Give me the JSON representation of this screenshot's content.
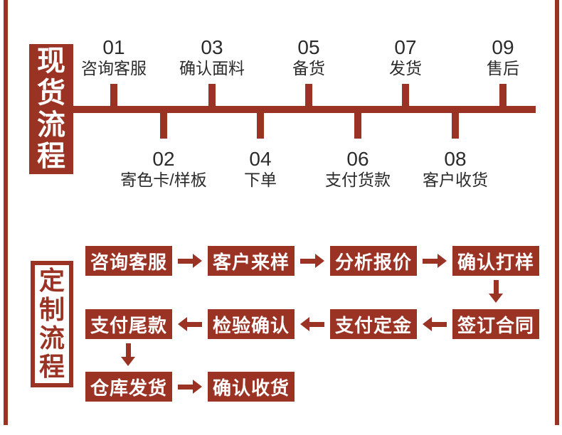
{
  "colors": {
    "accent_red": "#9b3325",
    "text_dark": "#2b2b2b",
    "box_text": "#ffffff"
  },
  "spot_flow": {
    "banner_label": "现货流程",
    "top_steps": [
      {
        "num": "01",
        "label": "咨询客服"
      },
      {
        "num": "03",
        "label": "确认面料"
      },
      {
        "num": "05",
        "label": "备货"
      },
      {
        "num": "07",
        "label": "发货"
      },
      {
        "num": "09",
        "label": "售后"
      }
    ],
    "bottom_steps": [
      {
        "num": "02",
        "label": "寄色卡/样板"
      },
      {
        "num": "04",
        "label": "下单"
      },
      {
        "num": "06",
        "label": "支付货款"
      },
      {
        "num": "08",
        "label": "客户收货"
      }
    ]
  },
  "custom_flow": {
    "banner_label": "定制流程",
    "rows": [
      {
        "boxes": [
          "咨询客服",
          "客户来样",
          "分析报价",
          "确认打样"
        ],
        "arrow_direction": "right"
      },
      {
        "boxes": [
          "支付尾款",
          "检验确认",
          "支付定金",
          "签订合同"
        ],
        "arrow_direction": "left"
      },
      {
        "boxes": [
          "仓库发货",
          "确认收货"
        ],
        "arrow_direction": "right"
      }
    ]
  }
}
